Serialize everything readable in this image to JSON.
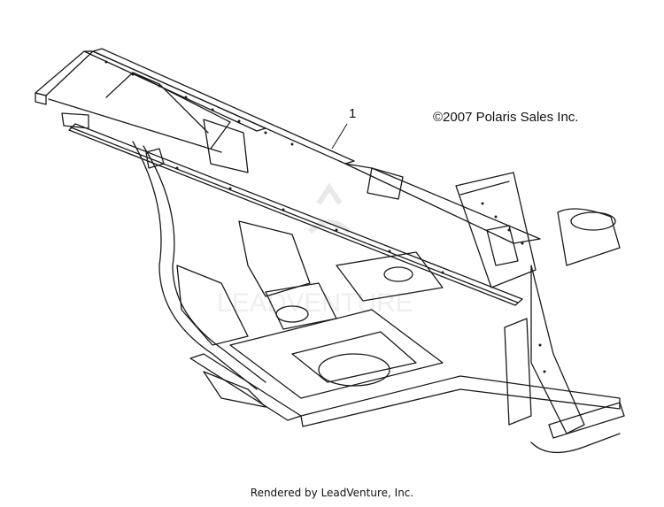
{
  "diagram": {
    "callout_number": "1",
    "copyright": "©2007 Polaris Sales Inc.",
    "footer": "Rendered by LeadVenture, Inc."
  }
}
